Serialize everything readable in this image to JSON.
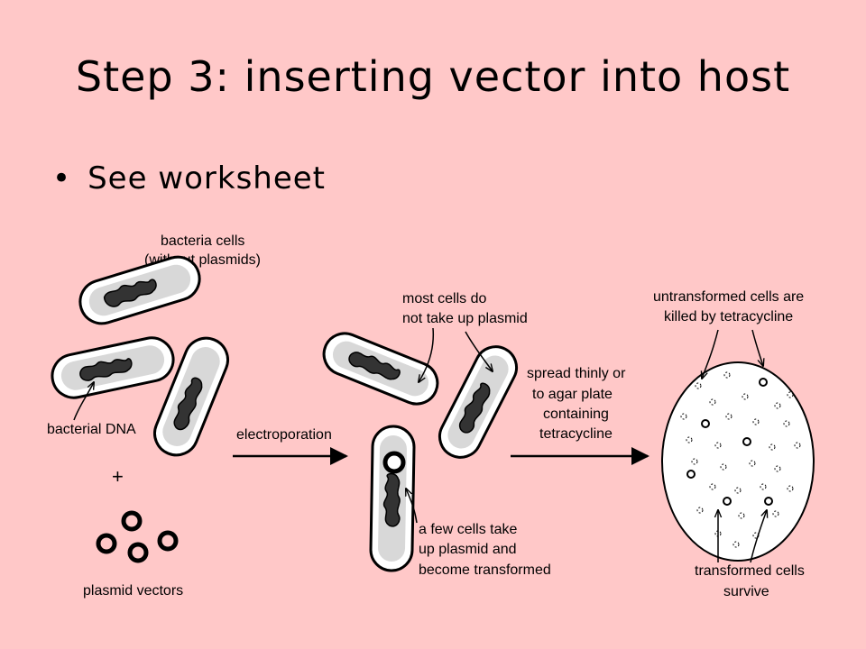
{
  "title": "Step 3: inserting vector into host",
  "bullets": [
    "See worksheet"
  ],
  "diagram": {
    "labels": {
      "bacteria_cells_1": "bacteria cells",
      "bacteria_cells_2": "(without plasmids)",
      "bacterial_dna": "bacterial DNA",
      "plus": "+",
      "plasmid_vectors": "plasmid vectors",
      "electroporation": "electroporation",
      "most_cells_1": "most cells do",
      "most_cells_2": "not take up plasmid",
      "few_cells_1": "a few cells take",
      "few_cells_2": "up plasmid and",
      "few_cells_3": "become transformed",
      "spread_1": "spread thinly or",
      "spread_2": "to agar plate",
      "spread_3": "containing",
      "spread_4": "tetracycline",
      "untransformed_1": "untransformed cells are",
      "untransformed_2": "killed by tetracycline",
      "transformed_1": "transformed cells",
      "transformed_2": "survive"
    }
  }
}
